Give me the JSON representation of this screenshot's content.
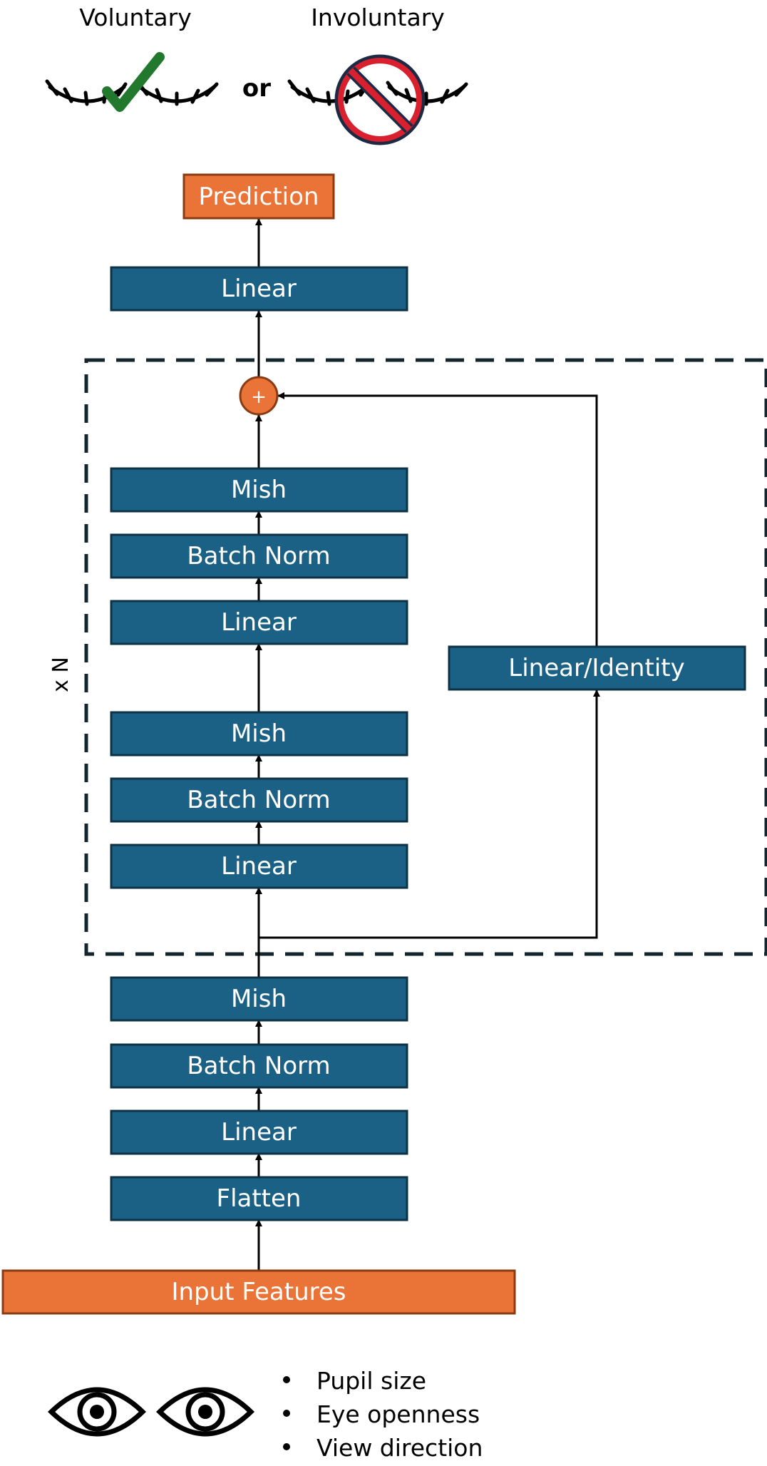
{
  "header": {
    "voluntary_label": "Voluntary",
    "involuntary_label": "Involuntary",
    "or_label": "or"
  },
  "blocks": {
    "prediction": "Prediction",
    "linear_top": "Linear",
    "add_symbol": "+",
    "mish_1": "Mish",
    "batch_norm_1": "Batch Norm",
    "linear_1": "Linear",
    "mish_2": "Mish",
    "batch_norm_2": "Batch Norm",
    "linear_2": "Linear",
    "skip": "Linear/Identity",
    "repeat_label": "x N",
    "mish_3": "Mish",
    "batch_norm_3": "Batch Norm",
    "linear_3": "Linear",
    "flatten": "Flatten",
    "input": "Input Features"
  },
  "features": [
    "Pupil size",
    "Eye openness",
    "View direction"
  ],
  "colors": {
    "block_fill": "#1b6185",
    "block_border": "#0d3246",
    "accent_fill": "#ea7437",
    "accent_border": "#8a3b13",
    "check": "#22792e",
    "ban_red": "#d8202e",
    "ban_dark": "#1c2a44",
    "dashed": "#13262e"
  }
}
